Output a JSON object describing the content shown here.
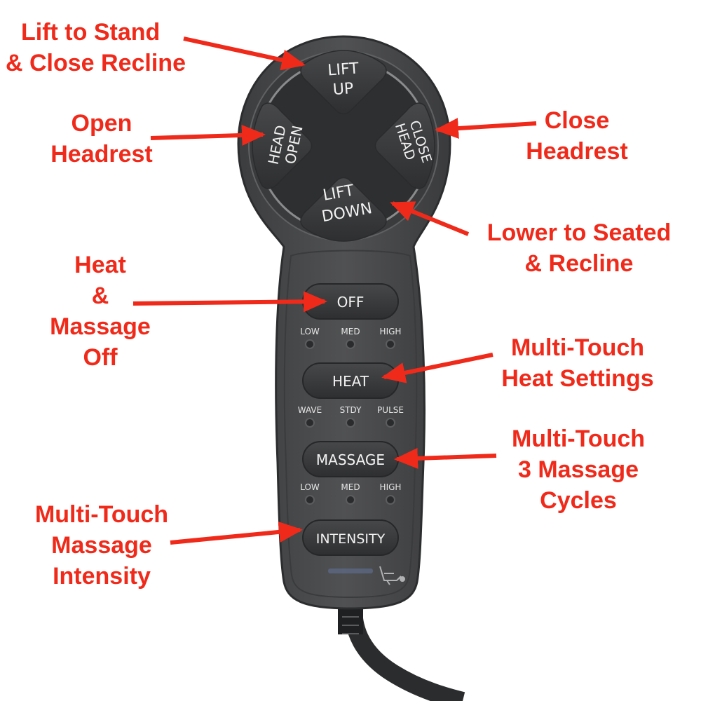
{
  "colors": {
    "callout": "#f02a1a",
    "remote_body": "#4a4b4d",
    "button": "#3a3b3d",
    "button_text": "#f2f2f2",
    "led": "#2a2b2c",
    "cord": "#2b2c2d"
  },
  "remote": {
    "dpad": {
      "up": [
        "LIFT",
        "UP"
      ],
      "left": [
        "HEAD",
        "OPEN"
      ],
      "right": [
        "HEAD",
        "CLOSE"
      ],
      "down": [
        "LIFT",
        "DOWN"
      ]
    },
    "buttons": {
      "off": "OFF",
      "heat": "HEAT",
      "massage": "MASSAGE",
      "intensity": "INTENSITY"
    },
    "led_rows": [
      [
        "LOW",
        "MED",
        "HIGH"
      ],
      [
        "WAVE",
        "STDY",
        "PULSE"
      ],
      [
        "LOW",
        "MED",
        "HIGH"
      ]
    ],
    "brand_icon": "recliner-chair-icon"
  },
  "callouts": {
    "lift_up": [
      "Lift to Stand",
      "& Close Recline"
    ],
    "head_open": [
      "Open",
      "Headrest"
    ],
    "head_close": [
      "Close",
      "Headrest"
    ],
    "lift_down": [
      "Lower to Seated",
      "& Recline"
    ],
    "off": [
      "Heat",
      "&",
      "Massage",
      "Off"
    ],
    "heat": [
      "Multi-Touch",
      "Heat Settings"
    ],
    "massage": [
      "Multi-Touch",
      "3 Massage",
      "Cycles"
    ],
    "intensity": [
      "Multi-Touch",
      "Massage",
      "Intensity"
    ]
  }
}
